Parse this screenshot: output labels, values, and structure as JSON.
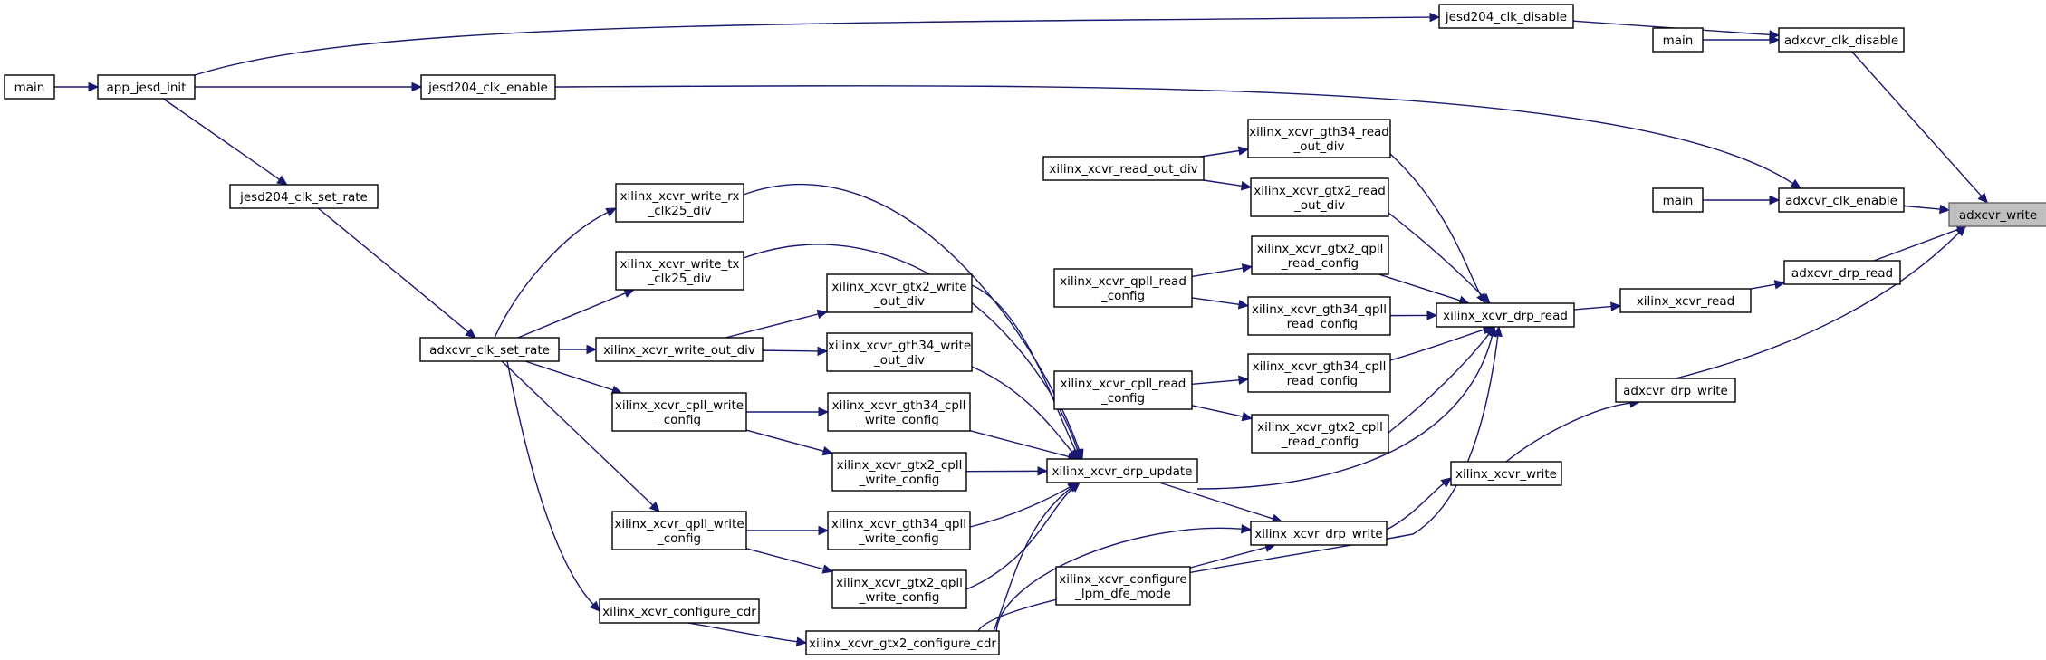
{
  "nodes": [
    {
      "id": "adxcvr_write",
      "lines": [
        "adxcvr_write"
      ],
      "highlighted": true
    },
    {
      "id": "adxcvr_clk_disable",
      "lines": [
        "adxcvr_clk_disable"
      ]
    },
    {
      "id": "main_a",
      "lines": [
        "main"
      ]
    },
    {
      "id": "jesd204_clk_disable",
      "lines": [
        "jesd204_clk_disable"
      ]
    },
    {
      "id": "app_jesd_init",
      "lines": [
        "app_jesd_init"
      ]
    },
    {
      "id": "main_b",
      "lines": [
        "main"
      ]
    },
    {
      "id": "jesd204_clk_enable",
      "lines": [
        "jesd204_clk_enable"
      ]
    },
    {
      "id": "jesd204_clk_set_rate",
      "lines": [
        "jesd204_clk_set_rate"
      ]
    },
    {
      "id": "adxcvr_clk_set_rate",
      "lines": [
        "adxcvr_clk_set_rate"
      ]
    },
    {
      "id": "adxcvr_clk_enable",
      "lines": [
        "adxcvr_clk_enable"
      ]
    },
    {
      "id": "main_c",
      "lines": [
        "main"
      ]
    },
    {
      "id": "adxcvr_drp_read",
      "lines": [
        "adxcvr_drp_read"
      ]
    },
    {
      "id": "xilinx_xcvr_read",
      "lines": [
        "xilinx_xcvr_read"
      ]
    },
    {
      "id": "xilinx_xcvr_drp_read",
      "lines": [
        "xilinx_xcvr_drp_read"
      ]
    },
    {
      "id": "xilinx_xcvr_gth34_read_out_div",
      "lines": [
        "xilinx_xcvr_gth34_read",
        "_out_div"
      ]
    },
    {
      "id": "xilinx_xcvr_read_out_div",
      "lines": [
        "xilinx_xcvr_read_out_div"
      ]
    },
    {
      "id": "xilinx_xcvr_gtx2_read_out_div",
      "lines": [
        "xilinx_xcvr_gtx2_read",
        "_out_div"
      ]
    },
    {
      "id": "xilinx_xcvr_gtx2_qpll_read_config",
      "lines": [
        "xilinx_xcvr_gtx2_qpll",
        "_read_config"
      ]
    },
    {
      "id": "xilinx_xcvr_qpll_read_config",
      "lines": [
        "xilinx_xcvr_qpll_read",
        "_config"
      ]
    },
    {
      "id": "xilinx_xcvr_gth34_qpll_read_config",
      "lines": [
        "xilinx_xcvr_gth34_qpll",
        "_read_config"
      ]
    },
    {
      "id": "xilinx_xcvr_gth34_cpll_read_config",
      "lines": [
        "xilinx_xcvr_gth34_cpll",
        "_read_config"
      ]
    },
    {
      "id": "xilinx_xcvr_cpll_read_config",
      "lines": [
        "xilinx_xcvr_cpll_read",
        "_config"
      ]
    },
    {
      "id": "xilinx_xcvr_gtx2_cpll_read_config",
      "lines": [
        "xilinx_xcvr_gtx2_cpll",
        "_read_config"
      ]
    },
    {
      "id": "adxcvr_drp_write",
      "lines": [
        "adxcvr_drp_write"
      ]
    },
    {
      "id": "xilinx_xcvr_write",
      "lines": [
        "xilinx_xcvr_write"
      ]
    },
    {
      "id": "xilinx_xcvr_drp_write",
      "lines": [
        "xilinx_xcvr_drp_write"
      ]
    },
    {
      "id": "xilinx_xcvr_configure_lpm_dfe_mode",
      "lines": [
        "xilinx_xcvr_configure",
        "_lpm_dfe_mode"
      ]
    },
    {
      "id": "xilinx_xcvr_drp_update",
      "lines": [
        "xilinx_xcvr_drp_update"
      ]
    },
    {
      "id": "xilinx_xcvr_write_rx_clk25_div",
      "lines": [
        "xilinx_xcvr_write_rx",
        "_clk25_div"
      ]
    },
    {
      "id": "xilinx_xcvr_write_tx_clk25_div",
      "lines": [
        "xilinx_xcvr_write_tx",
        "_clk25_div"
      ]
    },
    {
      "id": "xilinx_xcvr_gtx2_write_out_div",
      "lines": [
        "xilinx_xcvr_gtx2_write",
        "_out_div"
      ]
    },
    {
      "id": "xilinx_xcvr_write_out_div",
      "lines": [
        "xilinx_xcvr_write_out_div"
      ]
    },
    {
      "id": "xilinx_xcvr_gth34_write_out_div",
      "lines": [
        "xilinx_xcvr_gth34_write",
        "_out_div"
      ]
    },
    {
      "id": "xilinx_xcvr_cpll_write_config",
      "lines": [
        "xilinx_xcvr_cpll_write",
        "_config"
      ]
    },
    {
      "id": "xilinx_xcvr_gth34_cpll_write_config",
      "lines": [
        "xilinx_xcvr_gth34_cpll",
        "_write_config"
      ]
    },
    {
      "id": "xilinx_xcvr_gtx2_cpll_write_config",
      "lines": [
        "xilinx_xcvr_gtx2_cpll",
        "_write_config"
      ]
    },
    {
      "id": "xilinx_xcvr_qpll_write_config",
      "lines": [
        "xilinx_xcvr_qpll_write",
        "_config"
      ]
    },
    {
      "id": "xilinx_xcvr_gth34_qpll_write_config",
      "lines": [
        "xilinx_xcvr_gth34_qpll",
        "_write_config"
      ]
    },
    {
      "id": "xilinx_xcvr_gtx2_qpll_write_config",
      "lines": [
        "xilinx_xcvr_gtx2_qpll",
        "_write_config"
      ]
    },
    {
      "id": "xilinx_xcvr_configure_cdr",
      "lines": [
        "xilinx_xcvr_configure_cdr"
      ]
    },
    {
      "id": "xilinx_xcvr_gtx2_configure_cdr",
      "lines": [
        "xilinx_xcvr_gtx2_configure_cdr"
      ]
    }
  ],
  "edges": [
    [
      "adxcvr_clk_disable",
      "adxcvr_write"
    ],
    [
      "main_a",
      "adxcvr_clk_disable"
    ],
    [
      "jesd204_clk_disable",
      "adxcvr_clk_disable"
    ],
    [
      "app_jesd_init",
      "jesd204_clk_disable"
    ],
    [
      "main_b",
      "app_jesd_init"
    ],
    [
      "app_jesd_init",
      "jesd204_clk_enable"
    ],
    [
      "jesd204_clk_enable",
      "adxcvr_clk_enable"
    ],
    [
      "app_jesd_init",
      "jesd204_clk_set_rate"
    ],
    [
      "jesd204_clk_set_rate",
      "adxcvr_clk_set_rate"
    ],
    [
      "adxcvr_clk_enable",
      "adxcvr_write"
    ],
    [
      "main_c",
      "adxcvr_clk_enable"
    ],
    [
      "adxcvr_drp_read",
      "adxcvr_write"
    ],
    [
      "xilinx_xcvr_read",
      "adxcvr_drp_read"
    ],
    [
      "xilinx_xcvr_drp_read",
      "xilinx_xcvr_read"
    ],
    [
      "adxcvr_drp_write",
      "adxcvr_write"
    ],
    [
      "xilinx_xcvr_write",
      "adxcvr_drp_write"
    ],
    [
      "xilinx_xcvr_drp_write",
      "xilinx_xcvr_write"
    ],
    [
      "xilinx_xcvr_gth34_read_out_div",
      "xilinx_xcvr_drp_read"
    ],
    [
      "xilinx_xcvr_gtx2_read_out_div",
      "xilinx_xcvr_drp_read"
    ],
    [
      "xilinx_xcvr_read_out_div",
      "xilinx_xcvr_gth34_read_out_div"
    ],
    [
      "xilinx_xcvr_read_out_div",
      "xilinx_xcvr_gtx2_read_out_div"
    ],
    [
      "xilinx_xcvr_gtx2_qpll_read_config",
      "xilinx_xcvr_drp_read"
    ],
    [
      "xilinx_xcvr_gth34_qpll_read_config",
      "xilinx_xcvr_drp_read"
    ],
    [
      "xilinx_xcvr_qpll_read_config",
      "xilinx_xcvr_gtx2_qpll_read_config"
    ],
    [
      "xilinx_xcvr_qpll_read_config",
      "xilinx_xcvr_gth34_qpll_read_config"
    ],
    [
      "xilinx_xcvr_gth34_cpll_read_config",
      "xilinx_xcvr_drp_read"
    ],
    [
      "xilinx_xcvr_gtx2_cpll_read_config",
      "xilinx_xcvr_drp_read"
    ],
    [
      "xilinx_xcvr_cpll_read_config",
      "xilinx_xcvr_gth34_cpll_read_config"
    ],
    [
      "xilinx_xcvr_cpll_read_config",
      "xilinx_xcvr_gtx2_cpll_read_config"
    ],
    [
      "xilinx_xcvr_drp_update",
      "xilinx_xcvr_drp_read"
    ],
    [
      "xilinx_xcvr_drp_update",
      "xilinx_xcvr_drp_write"
    ],
    [
      "xilinx_xcvr_configure_lpm_dfe_mode",
      "xilinx_xcvr_drp_write"
    ],
    [
      "xilinx_xcvr_gtx2_configure_cdr",
      "xilinx_xcvr_drp_read"
    ],
    [
      "xilinx_xcvr_gtx2_configure_cdr",
      "xilinx_xcvr_drp_write"
    ],
    [
      "xilinx_xcvr_write_rx_clk25_div",
      "xilinx_xcvr_drp_update"
    ],
    [
      "xilinx_xcvr_write_tx_clk25_div",
      "xilinx_xcvr_drp_update"
    ],
    [
      "xilinx_xcvr_gtx2_write_out_div",
      "xilinx_xcvr_drp_update"
    ],
    [
      "xilinx_xcvr_gth34_write_out_div",
      "xilinx_xcvr_drp_update"
    ],
    [
      "xilinx_xcvr_gth34_cpll_write_config",
      "xilinx_xcvr_drp_update"
    ],
    [
      "xilinx_xcvr_gtx2_cpll_write_config",
      "xilinx_xcvr_drp_update"
    ],
    [
      "xilinx_xcvr_gth34_qpll_write_config",
      "xilinx_xcvr_drp_update"
    ],
    [
      "xilinx_xcvr_gtx2_qpll_write_config",
      "xilinx_xcvr_drp_update"
    ],
    [
      "xilinx_xcvr_gtx2_configure_cdr",
      "xilinx_xcvr_drp_update"
    ],
    [
      "adxcvr_clk_set_rate",
      "xilinx_xcvr_write_rx_clk25_div"
    ],
    [
      "adxcvr_clk_set_rate",
      "xilinx_xcvr_write_tx_clk25_div"
    ],
    [
      "adxcvr_clk_set_rate",
      "xilinx_xcvr_write_out_div"
    ],
    [
      "adxcvr_clk_set_rate",
      "xilinx_xcvr_cpll_write_config"
    ],
    [
      "adxcvr_clk_set_rate",
      "xilinx_xcvr_qpll_write_config"
    ],
    [
      "adxcvr_clk_set_rate",
      "xilinx_xcvr_configure_cdr"
    ],
    [
      "xilinx_xcvr_write_out_div",
      "xilinx_xcvr_gtx2_write_out_div"
    ],
    [
      "xilinx_xcvr_write_out_div",
      "xilinx_xcvr_gth34_write_out_div"
    ],
    [
      "xilinx_xcvr_cpll_write_config",
      "xilinx_xcvr_gth34_cpll_write_config"
    ],
    [
      "xilinx_xcvr_cpll_write_config",
      "xilinx_xcvr_gtx2_cpll_write_config"
    ],
    [
      "xilinx_xcvr_qpll_write_config",
      "xilinx_xcvr_gth34_qpll_write_config"
    ],
    [
      "xilinx_xcvr_qpll_write_config",
      "xilinx_xcvr_gtx2_qpll_write_config"
    ],
    [
      "xilinx_xcvr_configure_cdr",
      "xilinx_xcvr_gtx2_configure_cdr"
    ]
  ],
  "colors": {
    "edge": "#191970",
    "highlight_fill": "#bfbfbf"
  }
}
